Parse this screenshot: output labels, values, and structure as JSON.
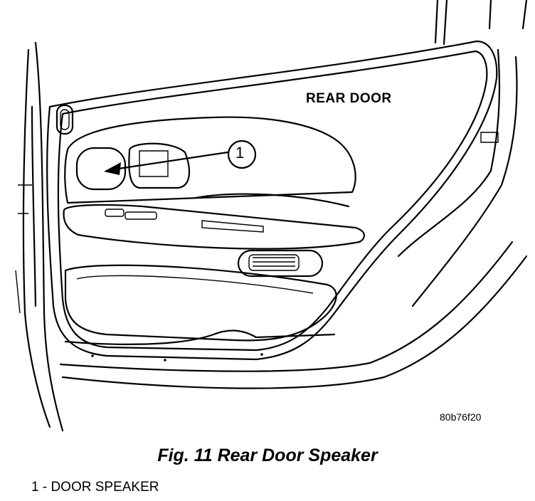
{
  "diagram": {
    "door_label": "REAR DOOR",
    "figure_code": "80b76f20",
    "callouts": [
      {
        "number": "1",
        "part": "DOOR SPEAKER"
      }
    ]
  },
  "caption": "Fig. 11 Rear Door Speaker",
  "legend": [
    {
      "text": "1 - DOOR SPEAKER"
    }
  ]
}
